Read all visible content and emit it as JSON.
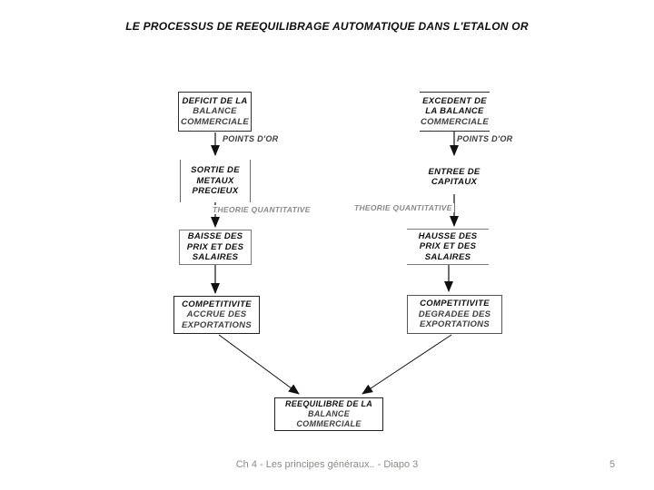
{
  "slide": {
    "title": "LE PROCESSUS DE REEQUILIBRAGE AUTOMATIQUE DANS L'ETALON OR",
    "footer": {
      "caption": "Ch 4 - Les principes généraux.. - Diapo 3",
      "page_number": "5"
    }
  },
  "flowchart": {
    "boxes": {
      "deficit": {
        "lines": [
          "DEFICIT DE LA",
          "BALANCE",
          "COMMERCIALE"
        ]
      },
      "excedent": {
        "lines": [
          "EXCEDENT DE",
          "LA BALANCE",
          "COMMERCIALE"
        ]
      },
      "sortie": {
        "lines": [
          "SORTIE DE",
          "METAUX",
          "PRECIEUX"
        ]
      },
      "entree": {
        "lines": [
          "ENTREE DE",
          "CAPITAUX"
        ]
      },
      "baisse": {
        "lines": [
          "BAISSE DES",
          "PRIX ET DES",
          "SALAIRES"
        ]
      },
      "hausse": {
        "lines": [
          "HAUSSE DES",
          "PRIX ET DES",
          "SALAIRES"
        ]
      },
      "competitivite_accrue": {
        "lines": [
          "COMPETITIVITE",
          "ACCRUE DES",
          "EXPORTATIONS"
        ]
      },
      "competitivite_degradee": {
        "lines": [
          "COMPETITIVITE",
          "DEGRADEE DES",
          "EXPORTATIONS"
        ]
      },
      "reequilibre": {
        "lines": [
          "REEQUILIBRE DE LA",
          "BALANCE",
          "COMMERCIALE"
        ]
      }
    },
    "labels": {
      "points_dor_left": "POINTS D'OR",
      "points_dor_right": "POINTS D'OR",
      "theorie_left": "THEORIE QUANTITATIVE",
      "theorie_right": "THEORIE QUANTITATIVE"
    }
  },
  "colors": {
    "line": "#111111",
    "muted_text": "#3f3f3f",
    "footer_text": "#8b8b85"
  }
}
